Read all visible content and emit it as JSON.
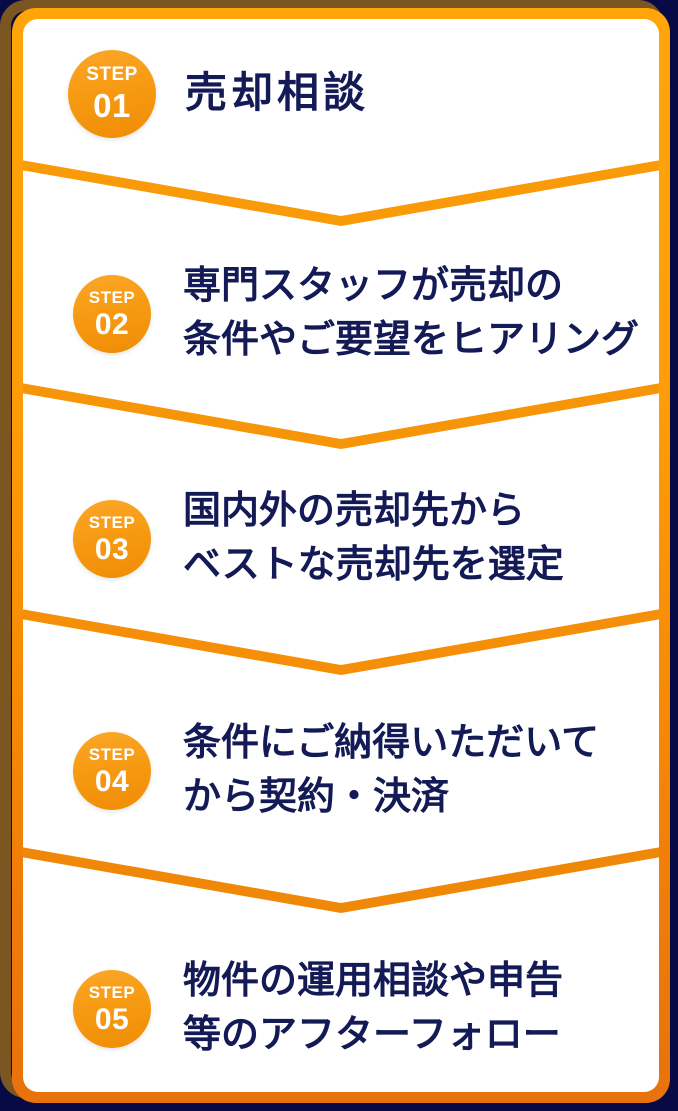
{
  "theme": {
    "page_background": "#080a45",
    "frame_border": "#ff9d08",
    "frame_border_bottom": "#e8720c",
    "frame_shadow": "#7c5620",
    "card_background": "#ffffff",
    "badge_gradient_start": "#fba72a",
    "badge_gradient_end": "#f08c06",
    "badge_text": "#ffffff",
    "heading_text": "#131a56"
  },
  "diagram": {
    "type": "vertical-step-flow",
    "step_count": 5,
    "orientation": "top-to-bottom",
    "connector": "chevron-notch"
  },
  "steps": [
    {
      "badge_label": "STEP",
      "badge_number": "01",
      "text": "売却相談",
      "icon": "step-circle-icon"
    },
    {
      "badge_label": "STEP",
      "badge_number": "02",
      "text": "専門スタッフが売却の\n条件やご要望をヒアリング",
      "icon": "step-circle-icon"
    },
    {
      "badge_label": "STEP",
      "badge_number": "03",
      "text": "国内外の売却先から\nベストな売却先を選定",
      "icon": "step-circle-icon"
    },
    {
      "badge_label": "STEP",
      "badge_number": "04",
      "text": "条件にご納得いただいて\nから契約・決済",
      "icon": "step-circle-icon"
    },
    {
      "badge_label": "STEP",
      "badge_number": "05",
      "text": "物件の運用相談や申告\n等のアフターフォロー",
      "icon": "step-circle-icon"
    }
  ]
}
